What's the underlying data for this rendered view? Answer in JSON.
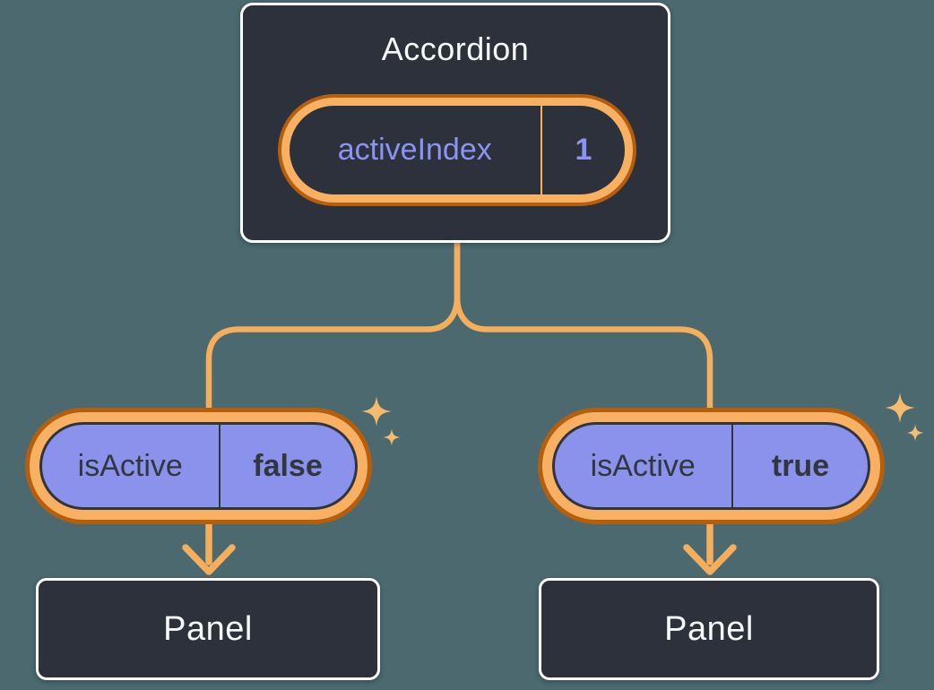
{
  "colors": {
    "background": "#4C6970",
    "node_fill": "#2C313B",
    "node_border": "#FEFEFE",
    "purple_fill": "#8A92EC",
    "purple_text": "#8C94F3",
    "dark_text": "#31363F",
    "ring_dark_orange": "#B55F0E",
    "ring_light_orange": "#F8B063",
    "connector_orange": "#F5AE5C",
    "sparkle_orange": "#F6BC6B"
  },
  "diagram": {
    "root": {
      "title": "Accordion",
      "state_name": "activeIndex",
      "state_value": "1"
    },
    "branches": [
      {
        "prop_name": "isActive",
        "prop_value": "false",
        "child_title": "Panel"
      },
      {
        "prop_name": "isActive",
        "prop_value": "true",
        "child_title": "Panel"
      }
    ]
  }
}
